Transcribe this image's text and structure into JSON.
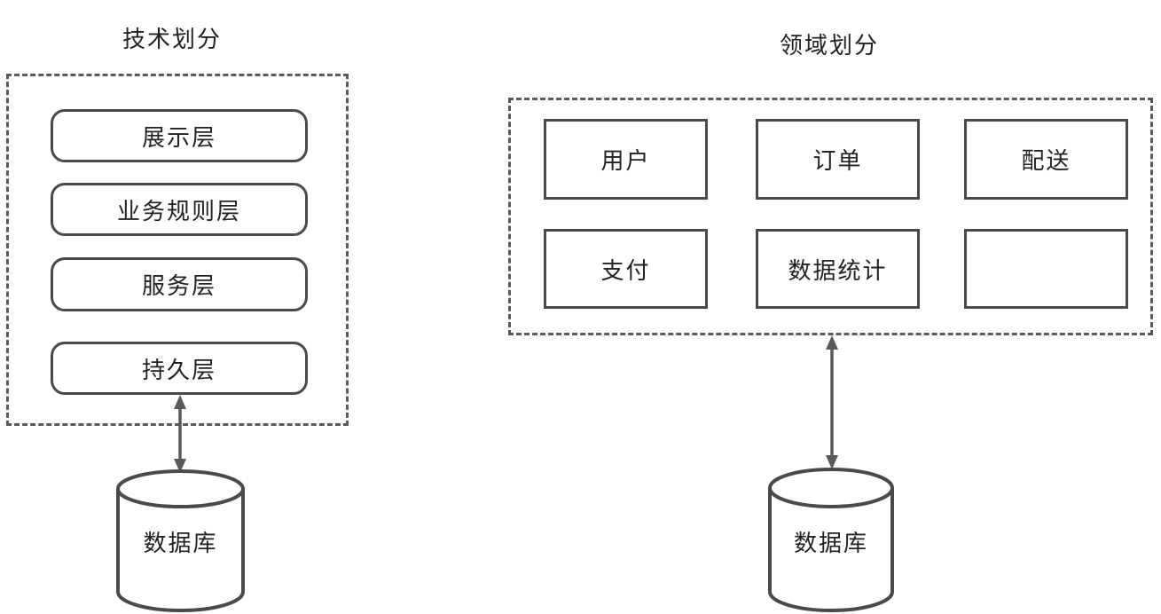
{
  "left_panel": {
    "title": "技术划分",
    "layers": [
      {
        "label": "展示层"
      },
      {
        "label": "业务规则层"
      },
      {
        "label": "服务层"
      },
      {
        "label": "持久层"
      }
    ],
    "database_label": "数据库"
  },
  "right_panel": {
    "title": "领域划分",
    "domains": [
      {
        "label": "用户"
      },
      {
        "label": "订单"
      },
      {
        "label": "配送"
      },
      {
        "label": "支付"
      },
      {
        "label": "数据统计"
      },
      {
        "label": ""
      }
    ],
    "database_label": "数据库"
  },
  "connections": [
    {
      "from": "持久层",
      "to": "数据库",
      "style": "double-arrow"
    },
    {
      "from": "领域划分",
      "to": "数据库",
      "style": "double-arrow"
    }
  ],
  "colors": {
    "shape_stroke": "#4a4a4a",
    "dashed_border": "#5a5a5a",
    "arrow": "#5a5a5a",
    "text": "#222222",
    "background": "#ffffff"
  }
}
